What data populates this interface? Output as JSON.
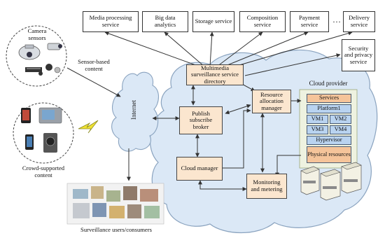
{
  "top_row_services": [
    "Media processing service",
    "Big data analytics",
    "Storage service",
    "Composition service",
    "Payment service",
    "Delivery service"
  ],
  "ellipsis": "…",
  "security_service": "Security and privacy service",
  "directory": "Multimedia surveillance service directory",
  "broker": "Publish subscribe broker",
  "resource_manager": "Resource allocation manager",
  "cloud_manager": "Cloud manager",
  "monitoring": "Monitoring and metering",
  "internet": "Internet",
  "cloud_provider": {
    "title": "Cloud provider",
    "services": "Services",
    "platform": "Platform1",
    "vms": [
      "VM1",
      "VM2",
      "VM3",
      "VM4"
    ],
    "hypervisor": "Hypervisor",
    "physical": "Physical resources"
  },
  "camera_sensors": "Camera sensors",
  "sensor_content": "Sensor-based content",
  "crowd_content": "Crowd-supported content",
  "users": "Surveillance users/consumers",
  "colors": {
    "cloud_fill": "#dbe8f6",
    "box_fill": "#fbe6cf",
    "cell_blue": "#b9d3f0",
    "cell_orange": "#f5c49a",
    "provider_panel": "#eef2e0"
  }
}
